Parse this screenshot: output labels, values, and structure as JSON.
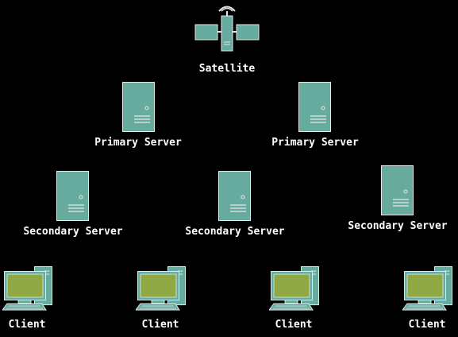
{
  "diagram": {
    "satellite": {
      "label": "Satellite",
      "icon": "satellite-icon"
    },
    "primary_servers": [
      {
        "label": "Primary Server",
        "icon": "server-icon"
      },
      {
        "label": "Primary Server",
        "icon": "server-icon"
      }
    ],
    "secondary_servers": [
      {
        "label": "Secondary Server",
        "icon": "server-icon"
      },
      {
        "label": "Secondary Server",
        "icon": "server-icon"
      },
      {
        "label": "Secondary Server",
        "icon": "server-icon"
      }
    ],
    "clients": [
      {
        "label": "Client",
        "icon": "desktop-computer-icon"
      },
      {
        "label": "Client",
        "icon": "desktop-computer-icon"
      },
      {
        "label": "Client",
        "icon": "desktop-computer-icon"
      },
      {
        "label": "Client",
        "icon": "desktop-computer-icon"
      }
    ],
    "colors": {
      "background": "#000000",
      "device_fill": "#67AB9F",
      "device_stroke": "#E6E6E6",
      "screen_fill": "#8FA844",
      "label_text": "#FFFFFF"
    }
  }
}
